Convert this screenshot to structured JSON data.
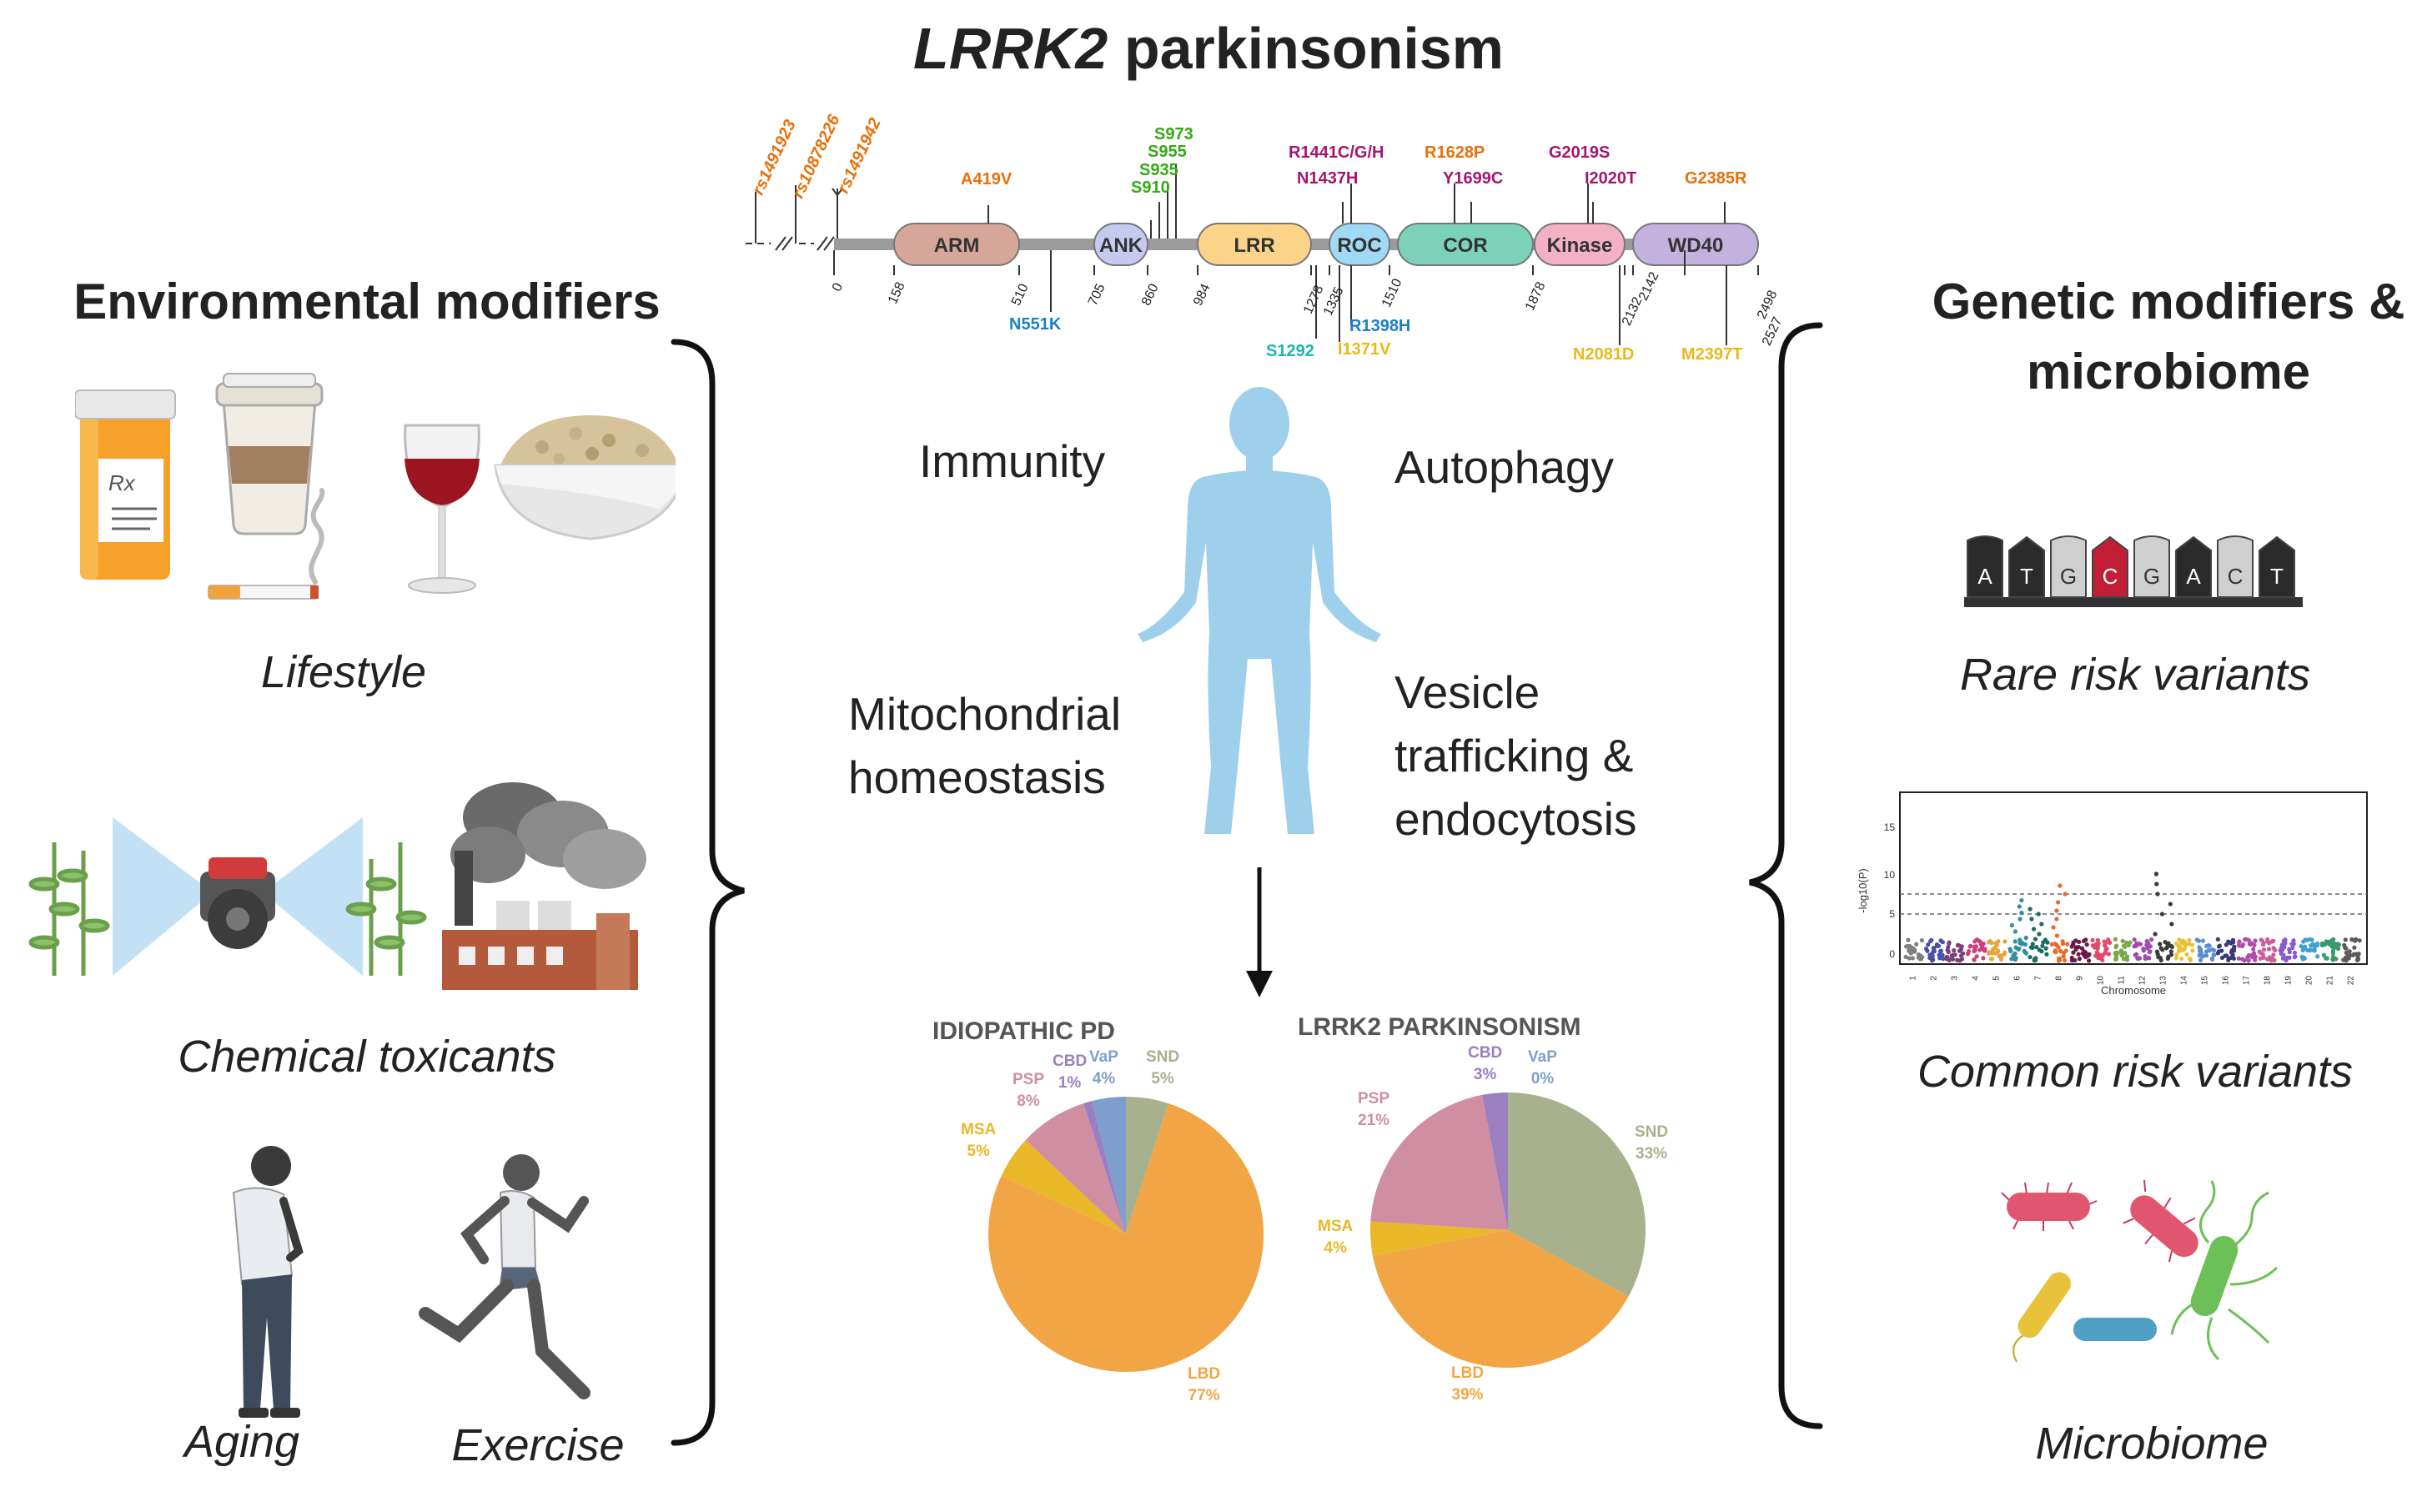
{
  "title": {
    "gene": "LRRK2",
    "rest": " parkinsonism"
  },
  "left": {
    "heading": "Environmental modifiers",
    "captions": {
      "lifestyle": "Lifestyle",
      "chemical": "Chemical toxicants",
      "aging": "Aging",
      "exercise": "Exercise"
    },
    "rx_label": "Rx"
  },
  "right": {
    "heading": "Genetic modifiers & microbiome",
    "captions": {
      "rare": "Rare risk variants",
      "common": "Common risk variants",
      "microbiome": "Microbiome"
    },
    "dna_letters": [
      "A",
      "T",
      "G",
      "C",
      "G",
      "A",
      "C",
      "T"
    ],
    "manhattan": {
      "ylabel": "-log10(P)",
      "xlabel": "Chromosome",
      "yticks": [
        "15",
        "10",
        "5",
        "0"
      ],
      "chromosomes": [
        "1",
        "2",
        "3",
        "4",
        "5",
        "6",
        "7",
        "8",
        "9",
        "10",
        "11",
        "12",
        "13",
        "14",
        "15",
        "16",
        "17",
        "18",
        "19",
        "20",
        "21",
        "22"
      ]
    }
  },
  "center": {
    "processes": {
      "immunity": "Immunity",
      "autophagy": "Autophagy",
      "mito": [
        "Mitochondrial",
        "homeostasis"
      ],
      "vesicle": [
        "Vesicle",
        "trafficking &",
        "endocytosis"
      ]
    }
  },
  "protein": {
    "domains": [
      "ARM",
      "ANK",
      "LRR",
      "ROC",
      "COR",
      "Kinase",
      "WD40"
    ],
    "positions": [
      "0",
      "158",
      "510",
      "705",
      "860",
      "984",
      "1278",
      "1335",
      "1510",
      "1878",
      "2132",
      "2142",
      "2498",
      "2527"
    ],
    "snps": [
      "rs1491923",
      "rs10878226",
      "rs1491942"
    ],
    "mutations_top": [
      "A419V",
      "S973",
      "S955",
      "S935",
      "S910",
      "R1441C/G/H",
      "N1437H",
      "R1628P",
      "Y1699C",
      "G2019S",
      "I2020T",
      "G2385R"
    ],
    "mutations_bottom": [
      "N551K",
      "S1292",
      "R1398H",
      "I1371V",
      "N2081D",
      "M2397T"
    ],
    "colors": {
      "orange": "#e8700a",
      "green": "#33aa11",
      "magenta": "#a3166e",
      "blue": "#1c7fc4",
      "teal": "#16b8b0",
      "yellow": "#e8b81a"
    }
  },
  "chart_data": [
    {
      "type": "pie",
      "title": "IDIOPATHIC PD",
      "categories": [
        "SND",
        "LBD",
        "MSA",
        "PSP",
        "CBD",
        "VaP"
      ],
      "values": [
        5,
        77,
        5,
        8,
        1,
        4
      ],
      "labels": [
        "5%",
        "77%",
        "5%",
        "8%",
        "1%",
        "4%"
      ],
      "colors": [
        "#a8b18d",
        "#f2a544",
        "#e8b829",
        "#cf8ea2",
        "#9b7fc0",
        "#7e9fcd"
      ]
    },
    {
      "type": "pie",
      "title": "LRRK2 PARKINSONISM",
      "categories": [
        "SND",
        "LBD",
        "MSA",
        "PSP",
        "CBD",
        "VaP"
      ],
      "values": [
        33,
        39,
        4,
        21,
        3,
        0
      ],
      "labels": [
        "33%",
        "39%",
        "4%",
        "21%",
        "3%",
        "0%"
      ],
      "colors": [
        "#a8b18d",
        "#f2a544",
        "#e8b829",
        "#cf8ea2",
        "#9b7fc0",
        "#7e9fcd"
      ]
    }
  ]
}
